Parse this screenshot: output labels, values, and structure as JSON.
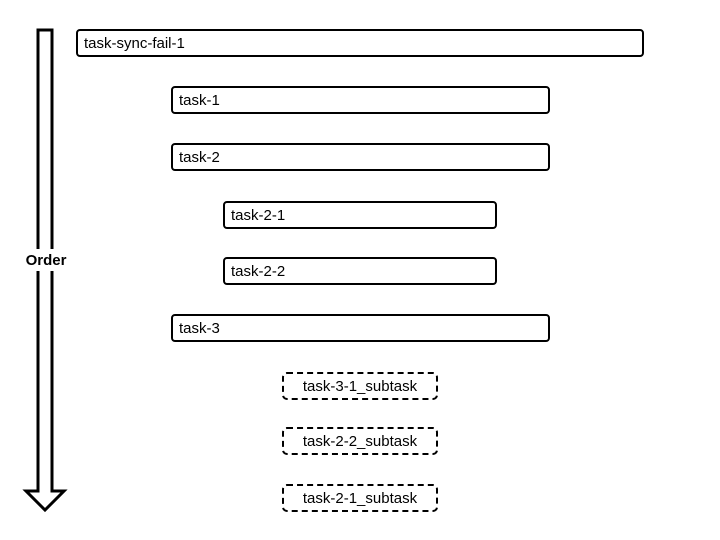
{
  "order_label": "Order",
  "tasks": {
    "task_sync_fail_1": "task-sync-fail-1",
    "task_1": "task-1",
    "task_2": "task-2",
    "task_2_1": "task-2-1",
    "task_2_2": "task-2-2",
    "task_3": "task-3"
  },
  "subtasks": {
    "task_3_1_subtask": "task-3-1_subtask",
    "task_2_2_subtask": "task-2-2_subtask",
    "task_2_1_subtask": "task-2-1_subtask"
  },
  "colors": {
    "stroke": "#000000",
    "background": "#ffffff"
  }
}
